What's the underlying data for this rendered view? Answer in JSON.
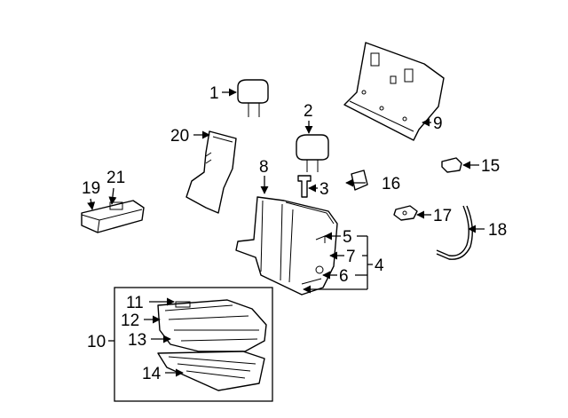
{
  "callouts": {
    "c1": "1",
    "c2": "2",
    "c3": "3",
    "c4": "4",
    "c5": "5",
    "c6": "6",
    "c7": "7",
    "c8": "8",
    "c9": "9",
    "c10": "10",
    "c11": "11",
    "c12": "12",
    "c13": "13",
    "c14": "14",
    "c15": "15",
    "c16": "16",
    "c17": "17",
    "c18": "18",
    "c19": "19",
    "c20": "20",
    "c21": "21"
  },
  "colors": {
    "line": "#000000",
    "background": "#ffffff"
  }
}
